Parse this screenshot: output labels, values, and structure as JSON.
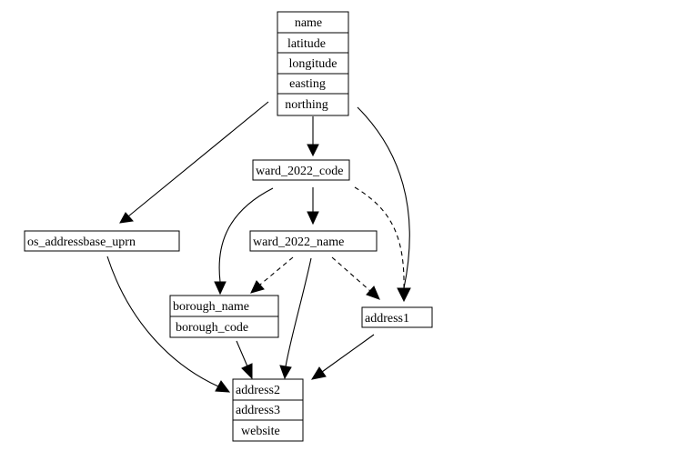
{
  "nodes": {
    "top": [
      "name",
      "latitude",
      "longitude",
      "easting",
      "northing"
    ],
    "ward_code": [
      "ward_2022_code"
    ],
    "os_uprn": [
      "os_addressbase_uprn"
    ],
    "ward_name": [
      "ward_2022_name"
    ],
    "borough": [
      "borough_name",
      "borough_code"
    ],
    "address1": [
      "address1"
    ],
    "bottom": [
      "address2",
      "address3",
      "website"
    ]
  }
}
